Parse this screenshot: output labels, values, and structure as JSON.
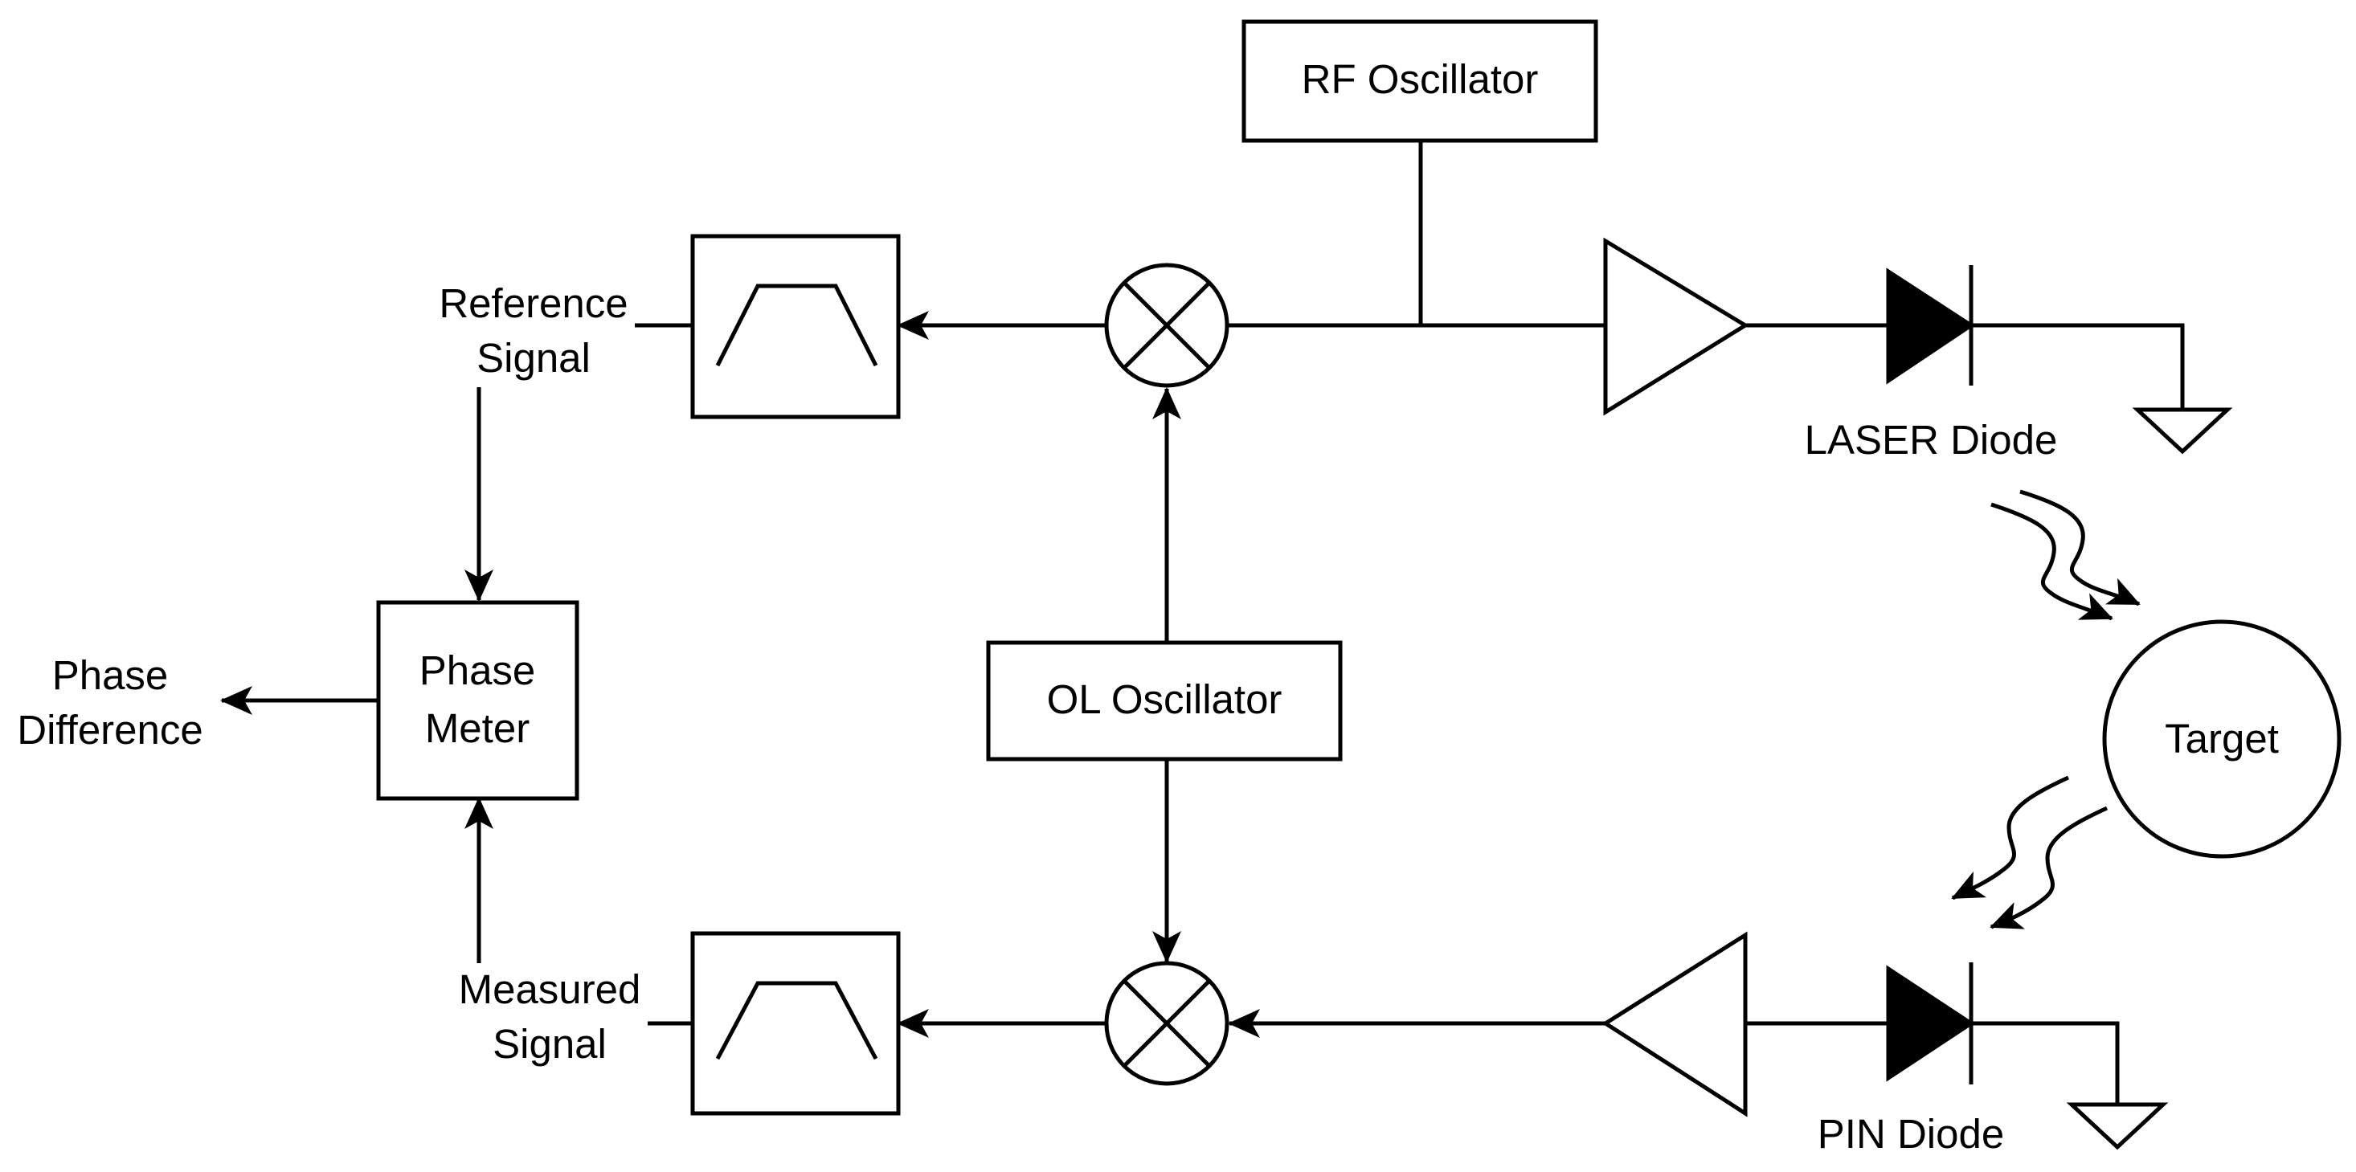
{
  "blocks": {
    "rf_oscillator": "RF Oscillator",
    "ol_oscillator": "OL Oscillator",
    "phase_meter_line1": "Phase",
    "phase_meter_line2": "Meter",
    "target": "Target"
  },
  "labels": {
    "reference_signal_line1": "Reference",
    "reference_signal_line2": "Signal",
    "measured_signal_line1": "Measured",
    "measured_signal_line2": "Signal",
    "phase_difference_line1": "Phase",
    "phase_difference_line2": "Difference",
    "laser_diode": "LASER Diode",
    "pin_diode": "PIN Diode"
  }
}
